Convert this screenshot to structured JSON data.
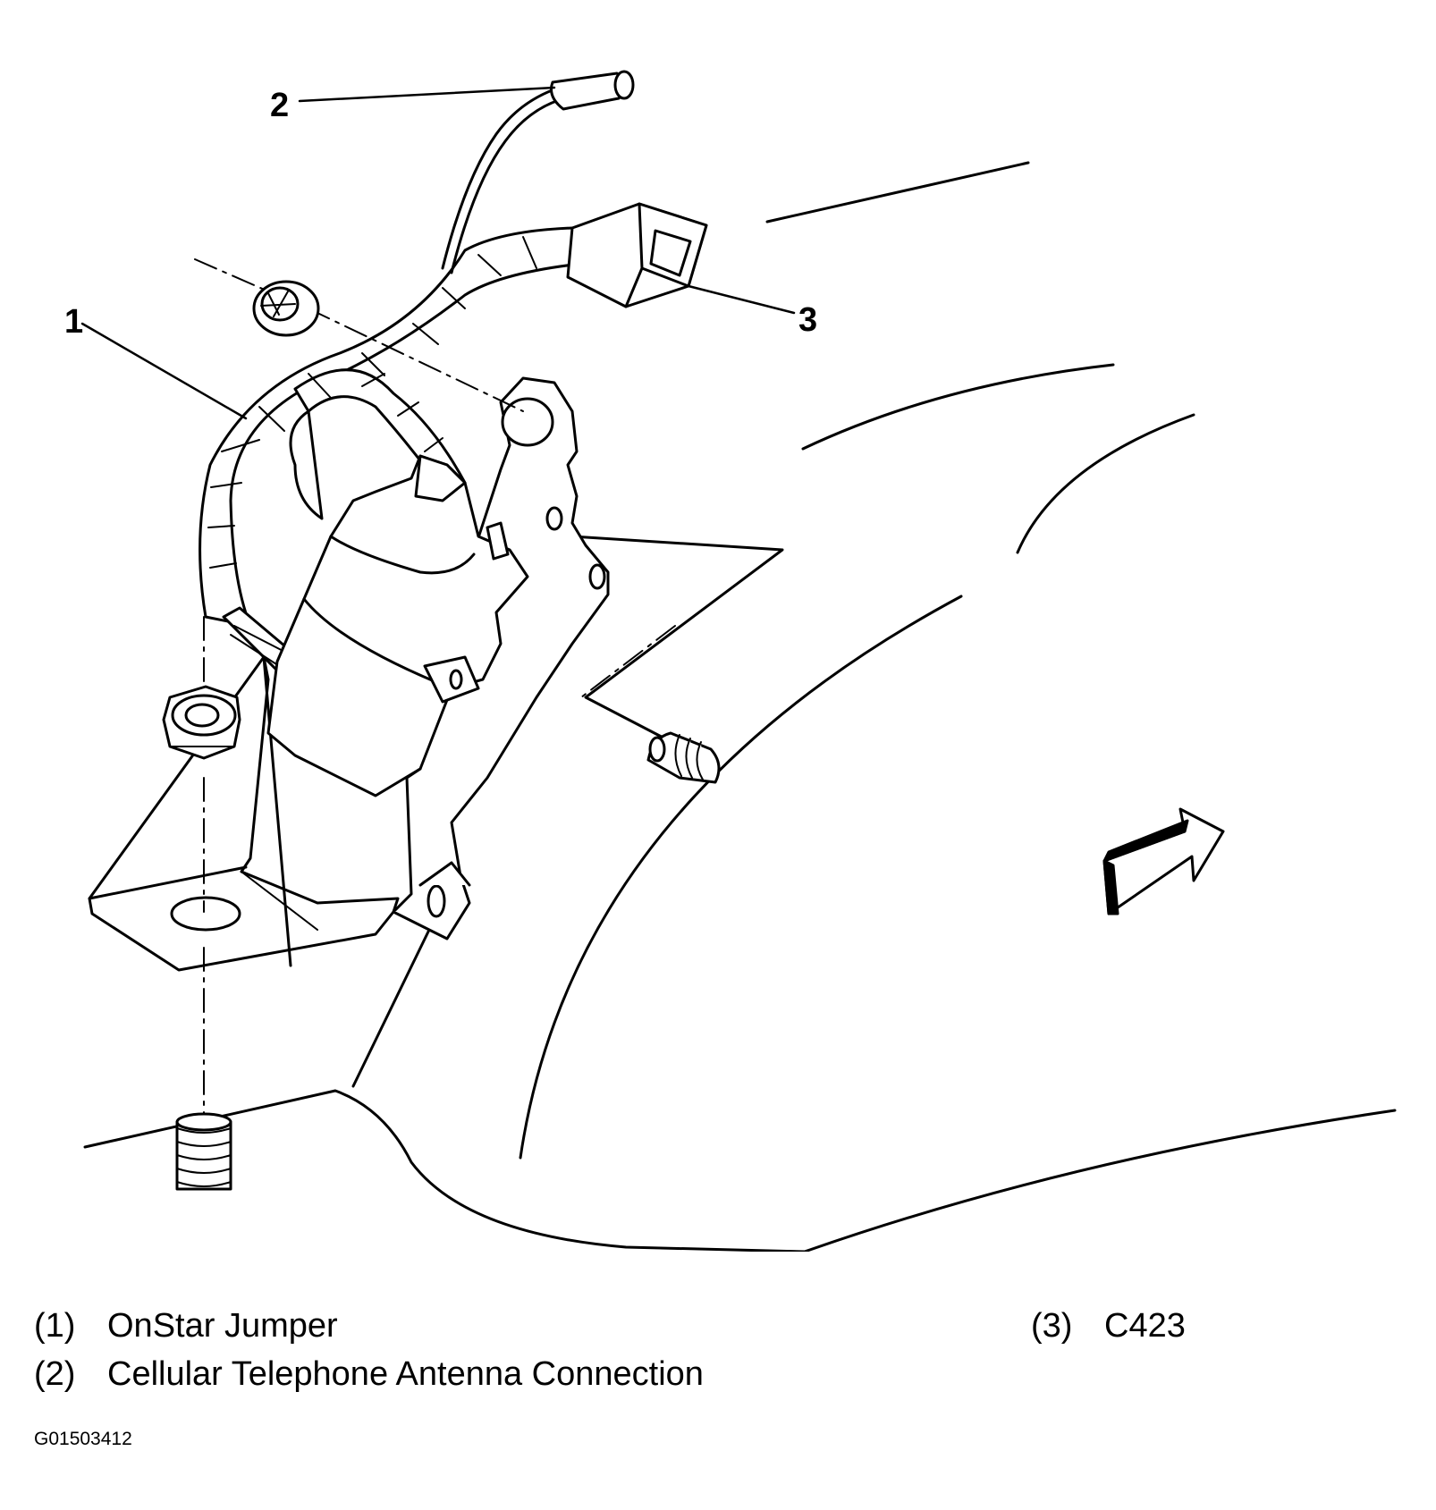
{
  "callouts": {
    "c1": "1",
    "c2": "2",
    "c3": "3"
  },
  "legend": [
    {
      "num": "(1)",
      "text": "OnStar Jumper"
    },
    {
      "num": "(2)",
      "text": "Cellular Telephone Antenna Connection"
    },
    {
      "num": "(3)",
      "text": "C423"
    }
  ],
  "figure_id": "G01503412"
}
